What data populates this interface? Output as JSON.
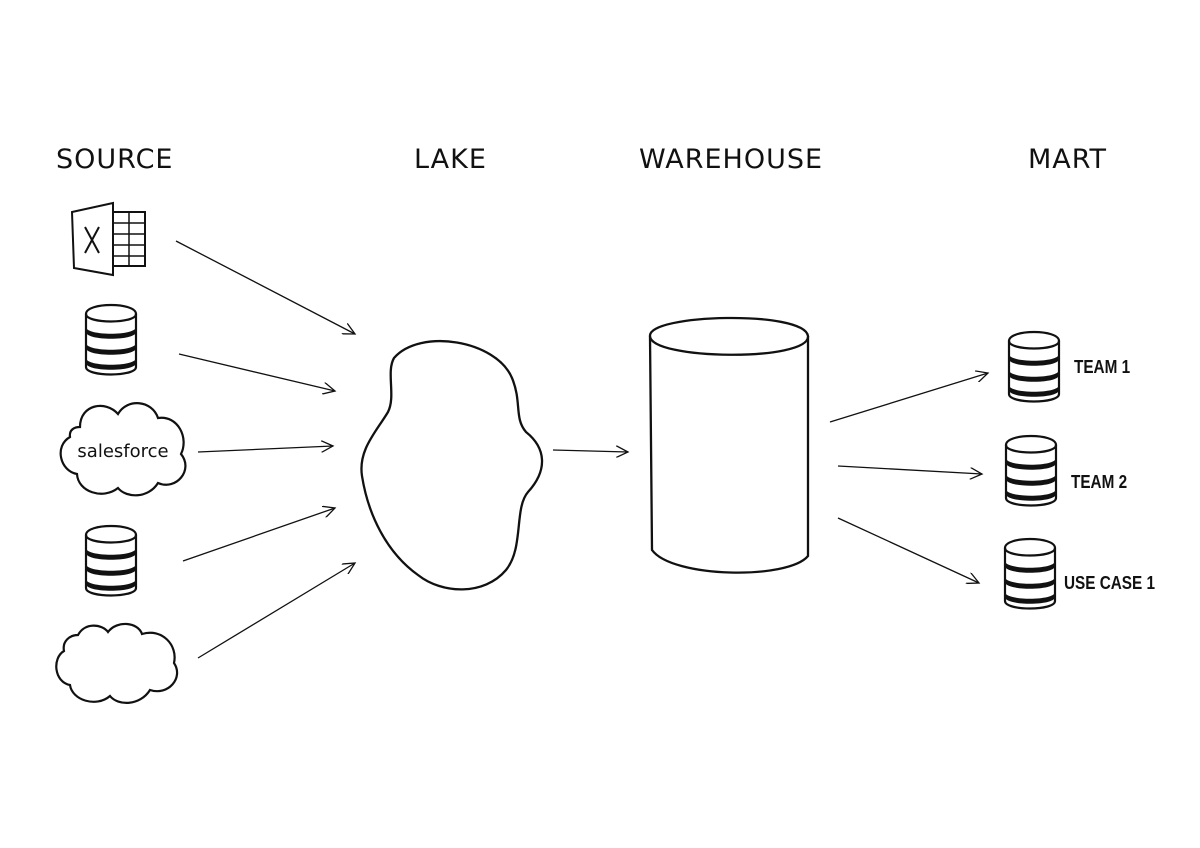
{
  "headings": {
    "source": "SOURCE",
    "lake": "LAKE",
    "warehouse": "WAREHOUSE",
    "mart": "MART"
  },
  "sources": [
    {
      "icon": "excel-icon"
    },
    {
      "icon": "database-icon"
    },
    {
      "icon": "salesforce-cloud-icon",
      "label": "salesforce"
    },
    {
      "icon": "database-icon"
    },
    {
      "icon": "cloud-icon"
    }
  ],
  "lake": {
    "icon": "lake-blob"
  },
  "warehouse": {
    "icon": "warehouse-cylinder"
  },
  "marts": [
    {
      "icon": "database-icon",
      "label": "TEAM 1"
    },
    {
      "icon": "database-icon",
      "label": "TEAM 2"
    },
    {
      "icon": "database-icon",
      "label": "USE CASE 1"
    }
  ],
  "colors": {
    "stroke": "#111111",
    "background": "#ffffff"
  }
}
